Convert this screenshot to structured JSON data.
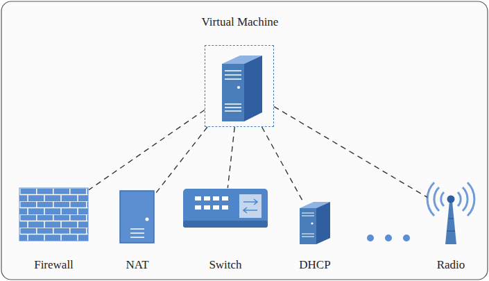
{
  "diagram": {
    "nodes": [
      {
        "text": [
          "Virtual Machine"
        ]
      },
      {
        "text": [
          "Firewall"
        ]
      },
      {
        "text": [
          "NAT"
        ]
      },
      {
        "text": [
          "Switch"
        ]
      },
      {
        "text": [
          "DHCP"
        ]
      },
      {
        "text": [
          "Radio"
        ]
      }
    ],
    "edges": [
      {
        "from": 0,
        "to": 1,
        "arrow": "none"
      },
      {
        "from": 0,
        "to": 2,
        "arrow": "none"
      },
      {
        "from": 0,
        "to": 3,
        "arrow": "none"
      },
      {
        "from": 0,
        "to": 4,
        "arrow": "none"
      },
      {
        "from": 0,
        "to": 5,
        "arrow": "none"
      }
    ]
  }
}
